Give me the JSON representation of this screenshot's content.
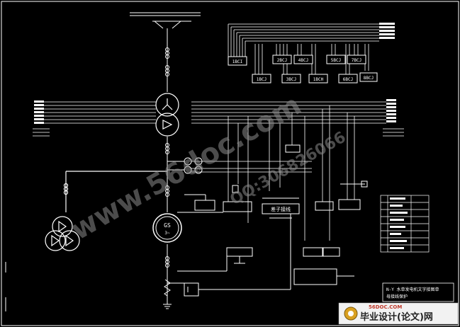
{
  "relay_boxes": {
    "r1": "1BCI",
    "r2": "1BCJ",
    "r3": "2BCJ",
    "r4": "3BCJ",
    "r5": "4BCJ",
    "r6": "1BCH",
    "r7": "5BCJ",
    "r8": "6BCJ",
    "r9": "7BCJ",
    "r10": "8BCJ"
  },
  "module_labels": {
    "central": "差子接线",
    "generator": "GS",
    "generator_sub": "3~"
  },
  "title_block": {
    "line1": "N-Y 水单发电机文字接图单",
    "line2": "母接线保护"
  },
  "watermarks": {
    "site": "www.56doc.com",
    "qq": "QQ:306826066",
    "badge_domain": "56DOC.COM",
    "badge_text": "毕业设计(论文)网"
  },
  "colors": {
    "background": "#000000",
    "lines": "#ffffff",
    "boxes": "#ffffff",
    "watermark": "#5a5a5a"
  }
}
